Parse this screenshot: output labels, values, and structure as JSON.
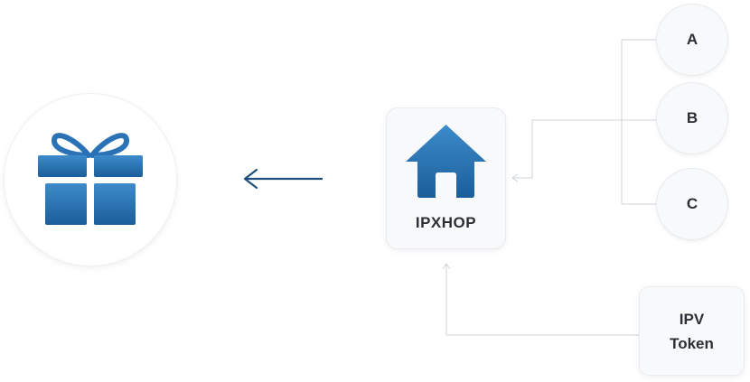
{
  "hub": {
    "label": "IPXHOP",
    "icon": "house-icon"
  },
  "reward": {
    "icon": "gift-icon"
  },
  "sources": [
    {
      "label": "A"
    },
    {
      "label": "B"
    },
    {
      "label": "C"
    }
  ],
  "token": {
    "line1": "IPV",
    "line2": "Token"
  },
  "colors": {
    "icon_blue_light": "#3d8bcb",
    "icon_blue_dark": "#1b5e9a",
    "arrow": "#1f4f7a",
    "connector": "#cfd4da",
    "text": "#2b2f36"
  }
}
